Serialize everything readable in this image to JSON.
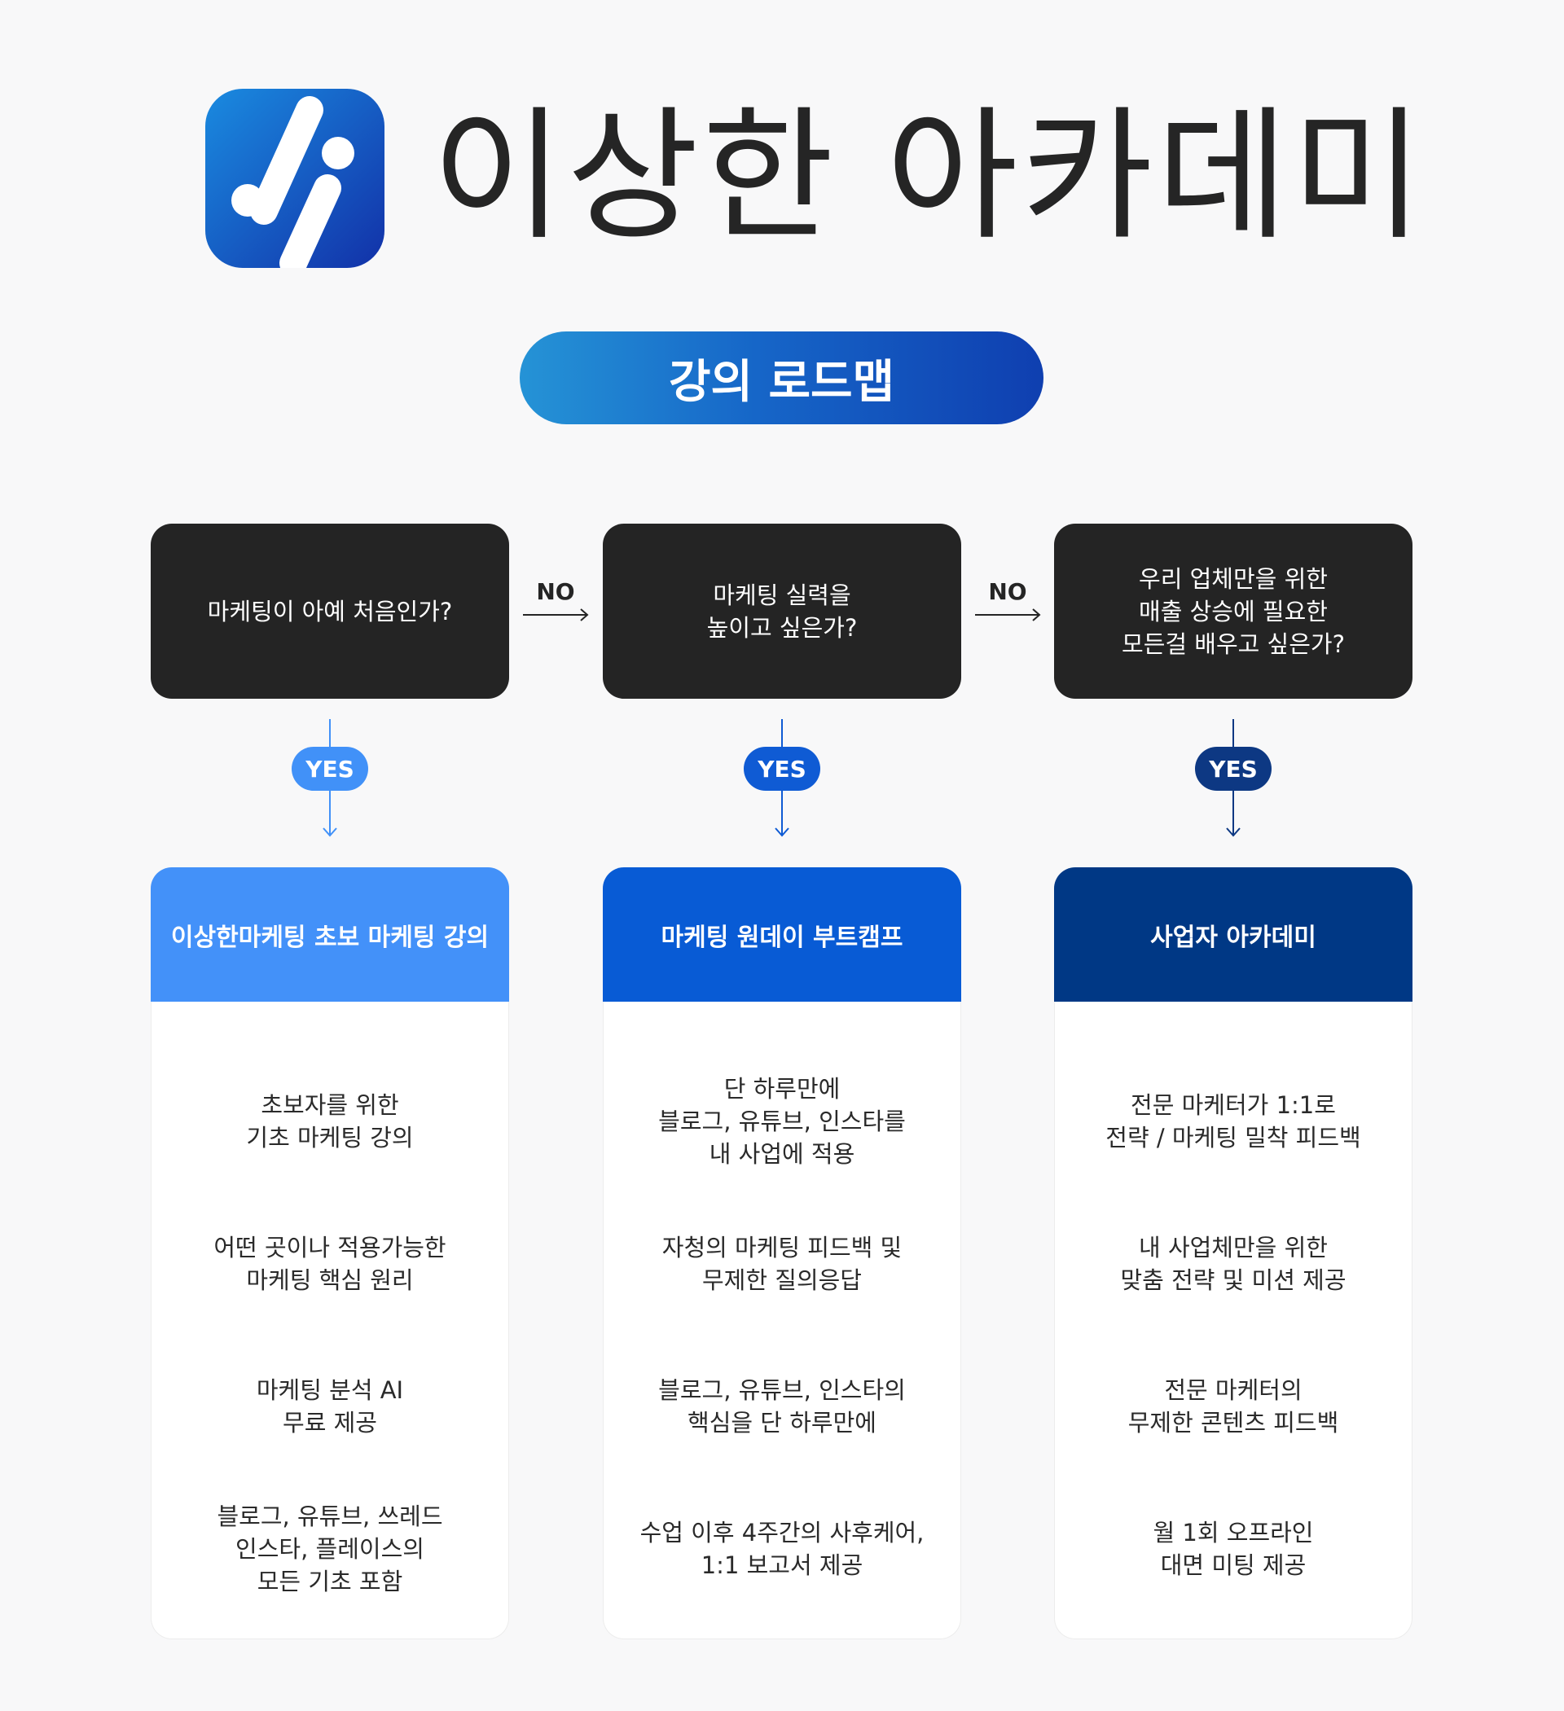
{
  "brand": {
    "name": "이상한 아카데미",
    "logo_icon": "slash-dots-logo"
  },
  "title": "강의 로드맵",
  "flow": {
    "questions": [
      "마케팅이 아예 처음인가?",
      "마케팅 실력을\n높이고 싶은가?",
      "우리 업체만을 위한\n매출 상승에 필요한\n모든걸 배우고 싶은가?"
    ],
    "no_label": "NO",
    "yes_label": "YES"
  },
  "courses": [
    {
      "name": "이상한마케팅 초보 마케팅 강의",
      "color": "#4391f9",
      "features": [
        "초보자를 위한\n기초 마케팅 강의",
        "어떤 곳이나 적용가능한\n마케팅 핵심 원리",
        "마케팅 분석 AI\n무료 제공",
        "블로그, 유튜브, 쓰레드\n인스타, 플레이스의\n모든 기초 포함"
      ]
    },
    {
      "name": "마케팅 원데이 부트캠프",
      "color": "#085bd5",
      "features": [
        "단 하루만에\n블로그, 유튜브, 인스타를\n내 사업에 적용",
        "자청의 마케팅 피드백 및\n무제한 질의응답",
        "블로그, 유튜브, 인스타의\n핵심을 단 하루만에",
        "수업 이후 4주간의 사후케어,\n1:1 보고서 제공"
      ]
    },
    {
      "name": "사업자 아카데미",
      "color": "#003885",
      "features": [
        "전문 마케터가 1:1로\n전략 / 마케팅 밀착 피드백",
        "내 사업체만을 위한\n맞춤 전략 및 미션 제공",
        "전문 마케터의\n무제한 콘텐츠 피드백",
        "월 1회 오프라인\n대면 미팅 제공"
      ]
    }
  ]
}
